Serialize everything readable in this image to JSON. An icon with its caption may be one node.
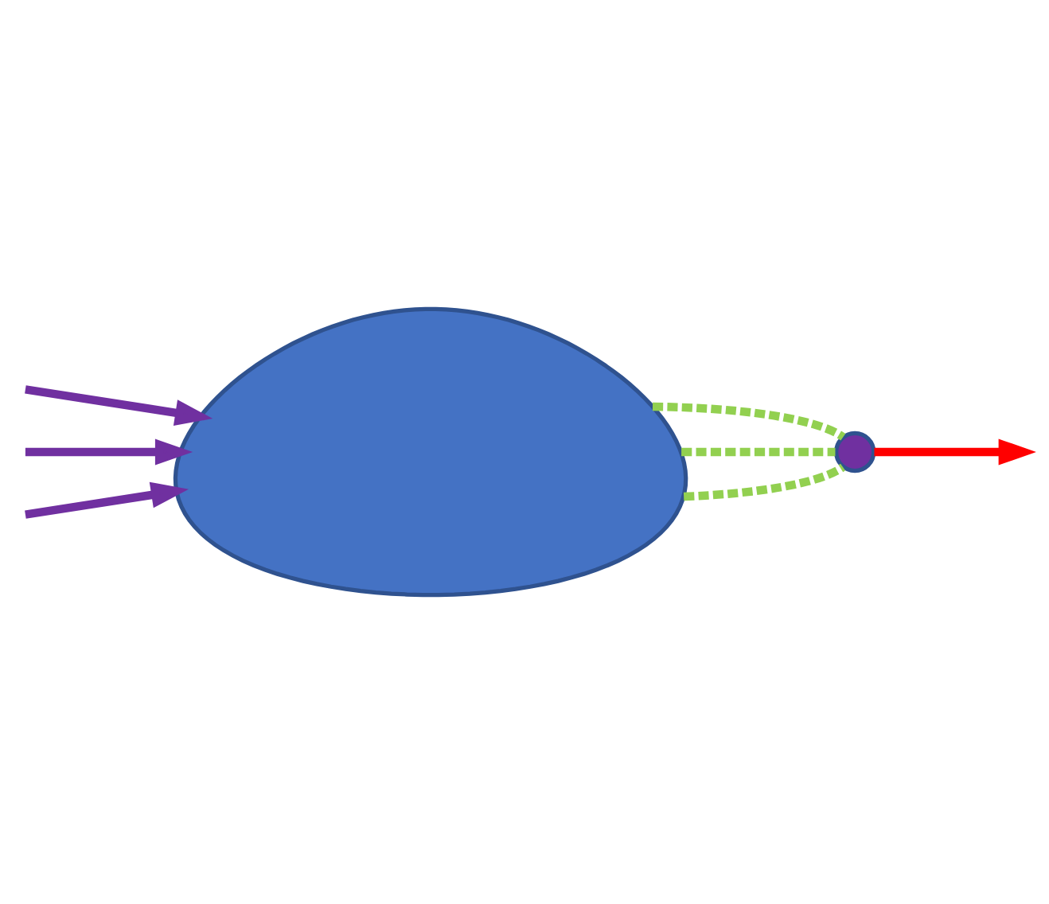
{
  "diagram": {
    "nodes": [
      {
        "text": [],
        "shape": "cloud"
      },
      {
        "text": [],
        "shape": "circle"
      }
    ],
    "edges": [
      {
        "from": null,
        "to": 0,
        "arrow": "to",
        "color": "#7030a0"
      },
      {
        "from": null,
        "to": 0,
        "arrow": "to",
        "color": "#7030a0"
      },
      {
        "from": null,
        "to": 0,
        "arrow": "to",
        "color": "#7030a0"
      },
      {
        "from": 0,
        "to": 1,
        "arrow": "none",
        "style": "dashed",
        "color": "#92d050"
      },
      {
        "from": 0,
        "to": 1,
        "arrow": "none",
        "style": "dashed",
        "color": "#92d050"
      },
      {
        "from": 0,
        "to": 1,
        "arrow": "none",
        "style": "dashed",
        "color": "#92d050"
      },
      {
        "from": 1,
        "to": null,
        "arrow": "to",
        "color": "#ff0000"
      }
    ]
  }
}
